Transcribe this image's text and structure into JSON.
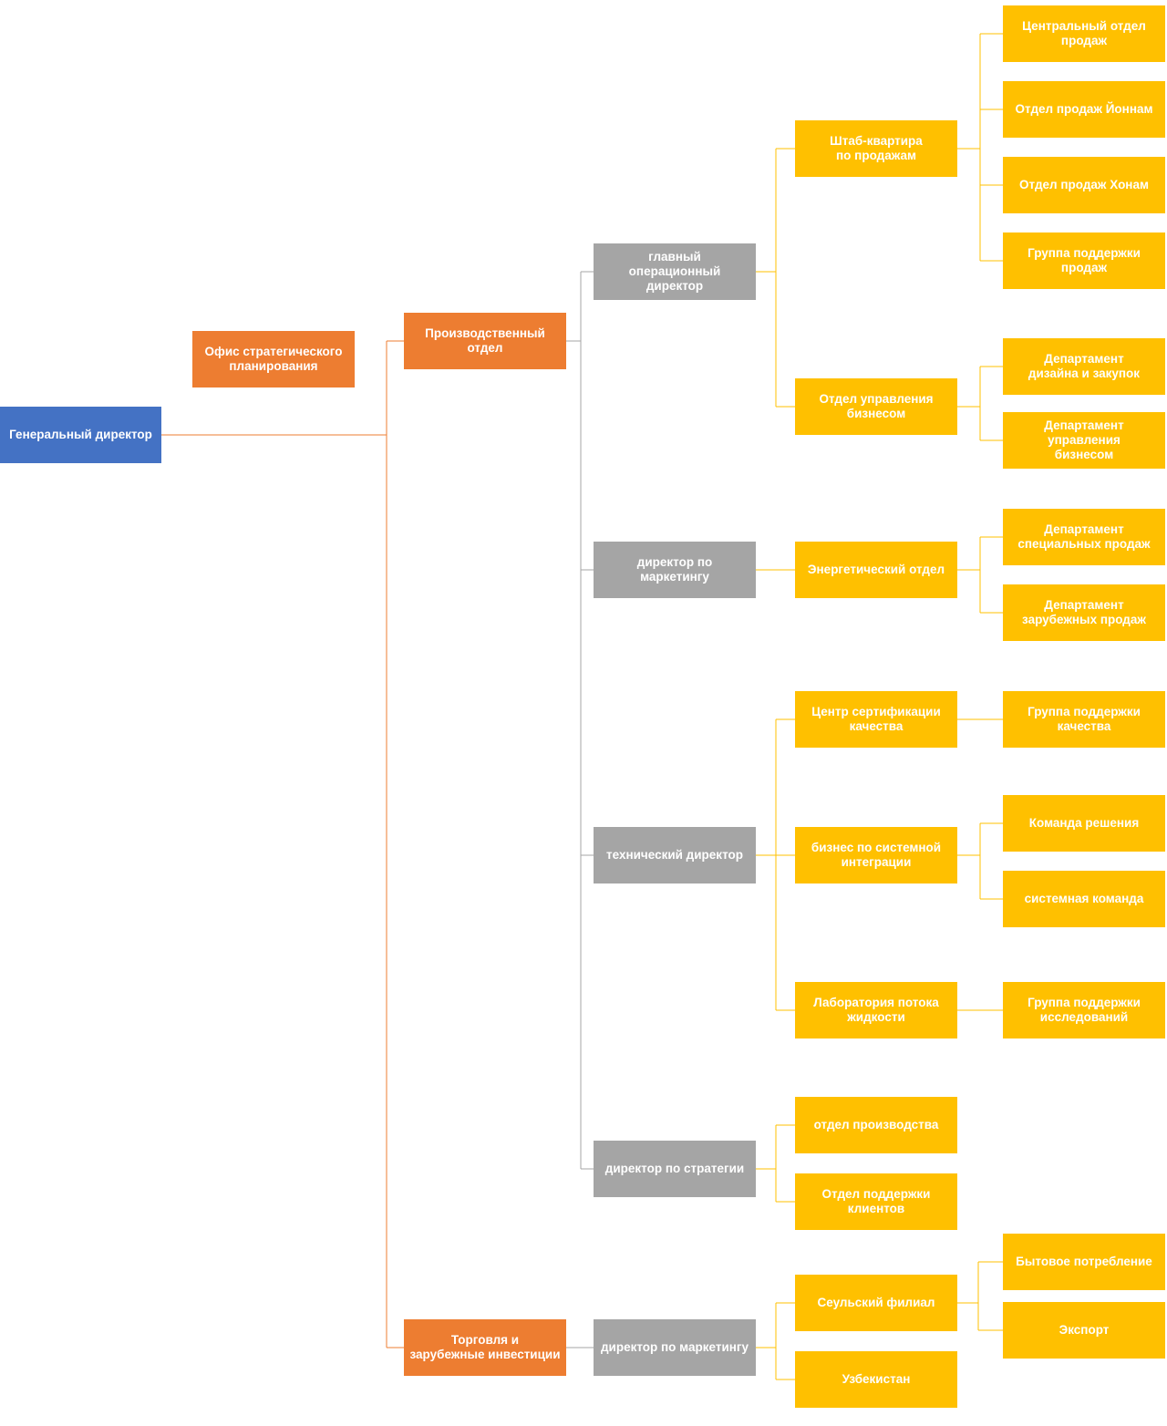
{
  "colors": {
    "ceo": "#4472c4",
    "division": "#ed7d31",
    "director": "#a5a5a5",
    "unit": "#ffc000",
    "line_main": "#ed7d31",
    "line_sub": "#ffc000",
    "line_dir": "#a5a5a5"
  },
  "nodes": {
    "ceo": "Генеральный директор",
    "strategic_office": "Офис стратегического\nпланирования",
    "production_division": "Производственный\nотдел",
    "trade_division": "Торговля и\nзарубежные инвестиции",
    "coo": "главный\nоперационный\nдиректор",
    "marketing_director_1": "директор по\nмаркетингу",
    "technical_director": "технический директор",
    "strategy_director": "директор по стратегии",
    "marketing_director_2": "директор по маркетингу",
    "sales_hq": "Штаб-квартира\nпо продажам",
    "business_mgmt_dept": "Отдел управления\nбизнесом",
    "energy_dept": "Энергетический отдел",
    "quality_center": "Центр сертификации\nкачества",
    "system_integration": "бизнес по системной\nинтеграции",
    "fluid_lab": "Лаборатория потока\nжидкости",
    "production_dept": "отдел производства",
    "customer_support": "Отдел поддержки\nклиентов",
    "seoul_branch": "Сеульский филиал",
    "uzbekistan": "Узбекистан",
    "central_sales": "Центральный отдел\nпродаж",
    "yeonnam_sales": "Отдел продаж Йоннам",
    "honam_sales": "Отдел продаж Хонам",
    "sales_support": "Группа поддержки\nпродаж",
    "design_purchase": "Департамент\nдизайна и закупок",
    "business_mgmt": "Департамент управления\nбизнесом",
    "special_sales": "Департамент\nспециальных продаж",
    "overseas_sales": "Департамент\nзарубежных продаж",
    "quality_support": "Группа поддержки\nкачества",
    "solution_team": "Команда решения",
    "system_team": "системная команда",
    "research_support": "Группа поддержки\nисследований",
    "household": "Бытовое потребление",
    "export": "Экспорт"
  }
}
